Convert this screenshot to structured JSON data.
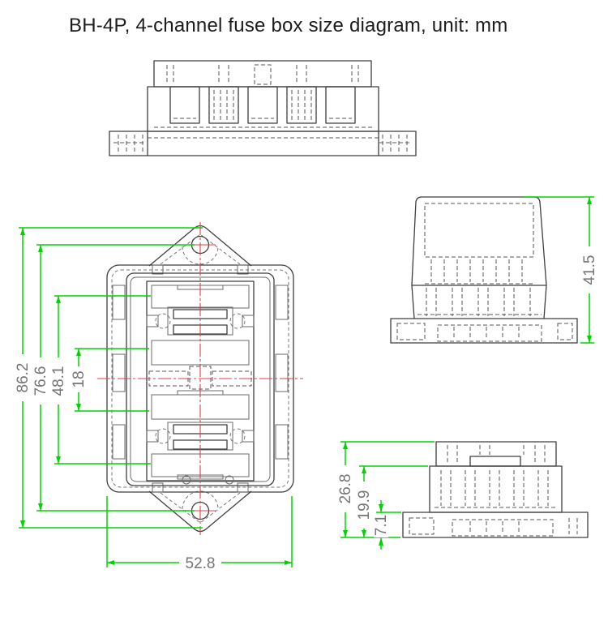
{
  "title": "BH-4P, 4-channel fuse box size diagram, unit: mm",
  "product": "BH-4P",
  "channels": 4,
  "unit": "mm",
  "colors": {
    "dimension_line": "#00d400",
    "centerline": "#e04040",
    "drawing_line": "#3f3f3f",
    "dimension_text": "#757575",
    "background": "#ffffff"
  },
  "views": {
    "front": {
      "name": "front elevation (assembled, top of page)"
    },
    "plan": {
      "name": "top plan view with mounting tabs",
      "dims": {
        "overall": "86.2",
        "hole_spacing": "76.6",
        "inner": "48.1",
        "channel": "18",
        "width": "52.8"
      }
    },
    "side_cover": {
      "name": "side view with cover",
      "dims": {
        "height": "41.5"
      }
    },
    "side_open": {
      "name": "side view without cover",
      "dims": {
        "total": "26.8",
        "body": "19.9",
        "base": "7.1"
      }
    }
  }
}
